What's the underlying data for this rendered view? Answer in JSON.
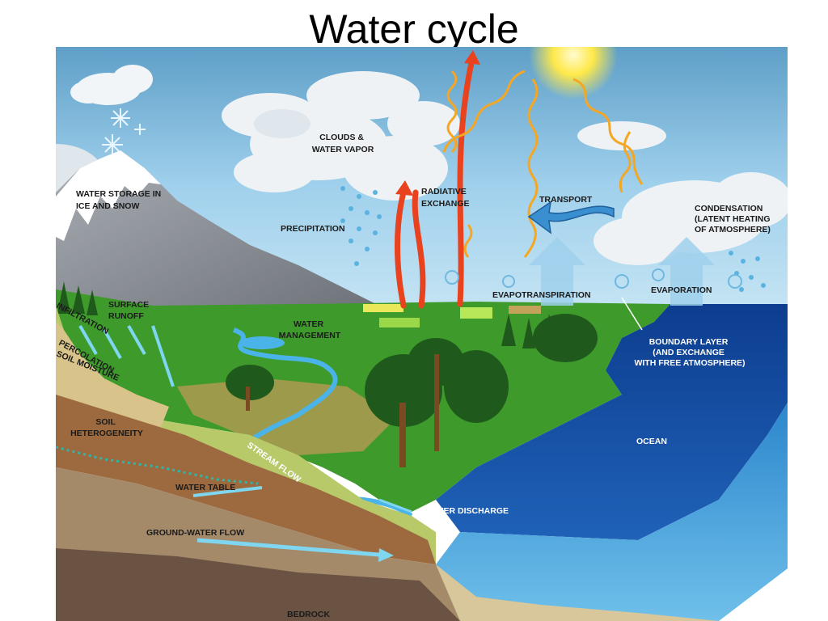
{
  "title": "Water cycle",
  "labels": {
    "clouds": [
      "CLOUDS &",
      "WATER VAPOR"
    ],
    "ice_snow": [
      "WATER STORAGE IN",
      "ICE AND SNOW"
    ],
    "precipitation": "PRECIPITATION",
    "radiative": [
      "RADIATIVE",
      "EXCHANGE"
    ],
    "transport": "TRANSPORT",
    "condensation": [
      "CONDENSATION",
      "(LATENT HEATING",
      "OF ATMOSPHERE)"
    ],
    "surface_runoff": [
      "SURFACE",
      "RUNOFF"
    ],
    "infiltration": "INFILTRATION",
    "percolation": "PERCOLATION",
    "soil_moisture": "SOIL MOISTURE",
    "water_management": [
      "WATER",
      "MANAGEMENT"
    ],
    "evapotranspiration": "EVAPOTRANSPIRATION",
    "evaporation": "EVAPORATION",
    "boundary_layer": [
      "BOUNDARY LAYER",
      "(AND EXCHANGE",
      "WITH FREE ATMOSPHERE)"
    ],
    "soil_heterogeneity": [
      "SOIL",
      "HETEROGENEITY"
    ],
    "stream_flow": "STREAM FLOW",
    "ocean": "OCEAN",
    "water_table": "WATER TABLE",
    "river_discharge": "RIVER DISCHARGE",
    "groundwater_flow": "GROUND-WATER FLOW",
    "bedrock": "BEDROCK"
  },
  "colors": {
    "sky": "#8ec8e8",
    "cloud": "#f2f5f7",
    "mountain": "#8b8f96",
    "snow": "#ffffff",
    "land": "#3f9a2c",
    "forest": "#1f5a1c",
    "ocean": "#1a4fa0",
    "ocean_side": "#2f8fd0",
    "soil_tan": "#c9a86a",
    "soil_brown": "#8a5a34",
    "bedrock": "#6b5344",
    "radiation": "#f07a1a",
    "heat_arrow": "#e8421e",
    "sun": "#ffe94a"
  },
  "icons": [
    "sun-icon",
    "snowflake-icon",
    "transport-arrow-icon",
    "evaporation-swirl-icon"
  ]
}
